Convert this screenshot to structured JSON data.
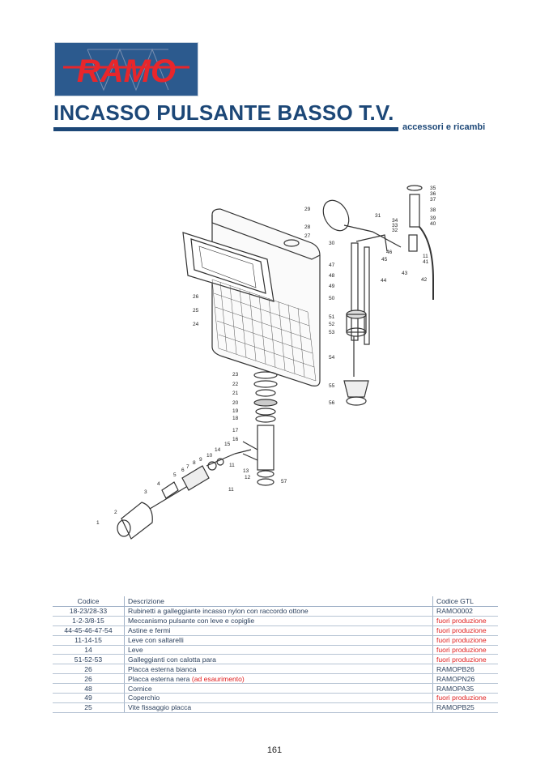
{
  "logo": {
    "text": "RAMO"
  },
  "header": {
    "title": "INCASSO PULSANTE BASSO T.V.",
    "subtitle": "accessori e ricambi"
  },
  "diagram": {
    "part_labels": [
      "35",
      "36",
      "37",
      "38",
      "39",
      "40",
      "34",
      "33",
      "32",
      "31",
      "29",
      "28",
      "27",
      "30",
      "46",
      "45",
      "11",
      "41",
      "43",
      "47",
      "44",
      "42",
      "48",
      "49",
      "50",
      "26",
      "25",
      "24",
      "51",
      "52",
      "53",
      "54",
      "55",
      "56",
      "23",
      "22",
      "21",
      "20",
      "19",
      "18",
      "17",
      "16",
      "15",
      "14",
      "10",
      "9",
      "8",
      "7",
      "6",
      "5",
      "4",
      "3",
      "2",
      "1",
      "11",
      "12",
      "13",
      "57",
      "11"
    ]
  },
  "table": {
    "headers": [
      "Codice",
      "Descrizione",
      "Codice GTL"
    ],
    "rows": [
      {
        "codice": "18-23/28-33",
        "descrizione": "Rubinetti a galleggiante incasso nylon con raccordo ottone",
        "note": "",
        "gtl": "RAMO0002",
        "gtl_status": "normal"
      },
      {
        "codice": "1-2-3/8-15",
        "descrizione": "Meccanismo pulsante con leve e copiglie",
        "note": "",
        "gtl": "fuori produzione",
        "gtl_status": "red"
      },
      {
        "codice": "44-45-46-47-54",
        "descrizione": "Astine e fermi",
        "note": "",
        "gtl": "fuori produzione",
        "gtl_status": "red"
      },
      {
        "codice": "11-14-15",
        "descrizione": "Leve con saltarelli",
        "note": "",
        "gtl": "fuori produzione",
        "gtl_status": "red"
      },
      {
        "codice": "14",
        "descrizione": "Leve",
        "note": "",
        "gtl": "fuori produzione",
        "gtl_status": "red"
      },
      {
        "codice": "51-52-53",
        "descrizione": "Galleggianti con calotta para",
        "note": "",
        "gtl": "fuori produzione",
        "gtl_status": "red"
      },
      {
        "codice": "26",
        "descrizione": "Placca esterna bianca",
        "note": "",
        "gtl": "RAMOPB26",
        "gtl_status": "normal"
      },
      {
        "codice": "26",
        "descrizione": "Placca esterna nera",
        "note": "(ad esaurimento)",
        "gtl": "RAMOPN26",
        "gtl_status": "normal"
      },
      {
        "codice": "48",
        "descrizione": "Cornice",
        "note": "",
        "gtl": "RAMOPA35",
        "gtl_status": "normal"
      },
      {
        "codice": "49",
        "descrizione": "Coperchio",
        "note": "",
        "gtl": "fuori produzione",
        "gtl_status": "red"
      },
      {
        "codice": "25",
        "descrizione": "Vite fissaggio placca",
        "note": "",
        "gtl": "RAMOPB25",
        "gtl_status": "normal"
      }
    ]
  },
  "footer": {
    "page_number": "161"
  },
  "colors": {
    "brand_blue": "#1c4777",
    "logo_bg": "#2c5a8e",
    "logo_red": "#e8262b",
    "status_red": "#e02020"
  }
}
